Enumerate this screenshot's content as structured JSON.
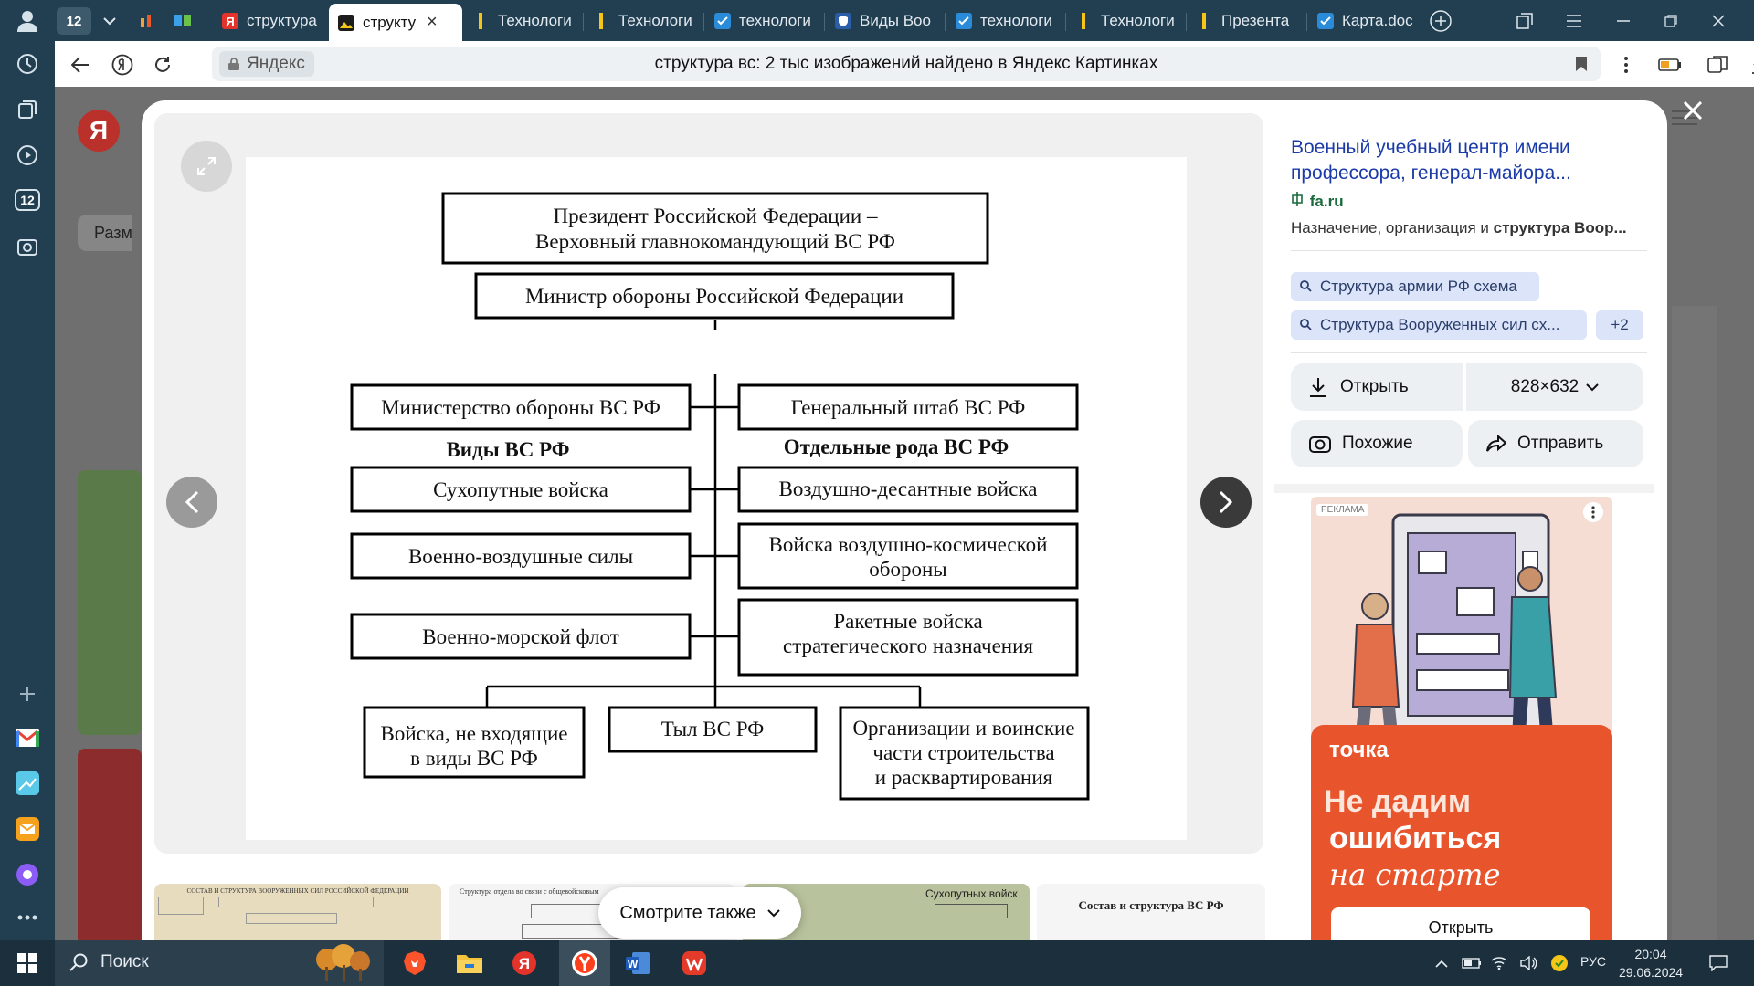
{
  "browser": {
    "tab_count": "12",
    "tabs": [
      {
        "title": "структура",
        "favicon": "yandex-icon"
      },
      {
        "title": "структу",
        "favicon": "images-icon",
        "close": "×"
      },
      {
        "title": "Технологи",
        "favicon": "doc-icon"
      },
      {
        "title": "Технологи",
        "favicon": "doc-icon"
      },
      {
        "title": "технологи",
        "favicon": "check-icon"
      },
      {
        "title": "Виды Воо",
        "favicon": "shield-icon"
      },
      {
        "title": "технологи",
        "favicon": "check-icon"
      },
      {
        "title": "Технологи",
        "favicon": "doc-icon"
      },
      {
        "title": "Презента",
        "favicon": "doc-icon"
      },
      {
        "title": "Карта.doc",
        "favicon": "check-icon"
      }
    ],
    "site_chip": "Яндекс",
    "address_title": "структура вс: 2 тыс изображений найдено в Яндекс Картинках"
  },
  "diagram": {
    "president": [
      "Президент Российской Федерации –",
      "Верховный главнокомандующий ВС РФ"
    ],
    "minister": "Министр обороны Российской Федерации",
    "ministry": "Министерство обороны ВС РФ",
    "general_staff": "Генеральный штаб ВС РФ",
    "types_header": "Виды ВС РФ",
    "branches_header": "Отдельные рода ВС РФ",
    "ground": "Сухопутные войска",
    "airborne": "Воздушно-десантные войска",
    "air_force": "Военно-воздушные силы",
    "aerospace": [
      "Войска воздушно-космической",
      "обороны"
    ],
    "navy": "Военно-морской флот",
    "missile": [
      "Ракетные войска",
      "стратегического назначения"
    ],
    "other_troops": [
      "Войска, не входящие",
      "в виды ВС РФ"
    ],
    "rear": "Тыл ВС РФ",
    "construction": [
      "Организации и воинские",
      "части строительства",
      "и расквартирования"
    ]
  },
  "info": {
    "source_title": "Военный учебный центр имени профессора, генерал-майора...",
    "source_domain": "fa.ru",
    "snippet_prefix": "Назначение, организация и ",
    "snippet_bold": "структура Воор...",
    "tags": [
      "Структура армии РФ схема",
      "Структура Вооруженных сил сх...",
      "+2"
    ],
    "open_label": "Открыть",
    "size_label": "828×632",
    "similar_label": "Похожие",
    "share_label": "Отправить"
  },
  "ad": {
    "badge": "РЕКЛАМА",
    "brand": "точка",
    "headline_1": "Не дадим",
    "headline_2": "ошибиться",
    "headline_3": "на старте",
    "button": "Открыть"
  },
  "page_behind": {
    "size_filter": "Разме"
  },
  "see_also": "Смотрите также",
  "thumbnails": [
    {
      "caption": "СОСТАВ И СТРУКТУРА ВООРУЖЕННЫХ СИЛ РОССИЙСКОЙ ФЕДЕРАЦИИ"
    },
    {
      "caption": "Структура отдела во связи с общевойсковым"
    },
    {
      "caption": "Сухопутных войск"
    },
    {
      "caption": "Состав и структура ВС РФ"
    }
  ],
  "taskbar": {
    "search": "Поиск",
    "lang": "РУС",
    "time": "20:04",
    "date": "29.06.2024"
  },
  "colors": {
    "tabbar": "#223f52",
    "link": "#1a3aa8",
    "ad_orange": "#e8542b",
    "tag_bg": "#dbe4f8"
  }
}
